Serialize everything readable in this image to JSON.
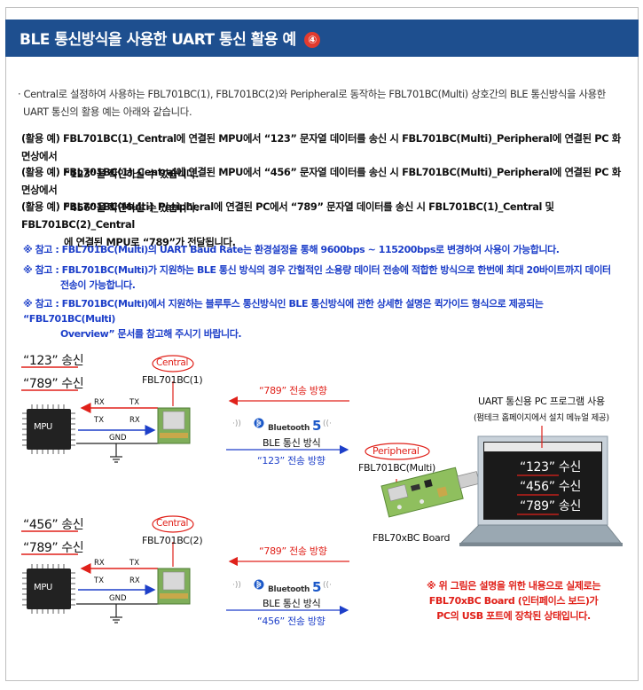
{
  "title": {
    "text": "BLE 통신방식을 사용한 UART 통신 활용 예",
    "badge": "④"
  },
  "intro": {
    "line1": "· Central로 설정하여 사용하는 FBL701BC(1), FBL701BC(2)와 Peripheral로 동작하는 FBL701BC(Multi) 상호간의 BLE 통신방식을 사용한",
    "line2": "UART 통신의 활용 예는 아래와 같습니다."
  },
  "examples": [
    {
      "line1": "(활용 예) FBL701BC(1)_Central에 연결된 MPU에서 “123” 문자열 데이터를 송신 시 FBL701BC(Multi)_Peripheral에 연결된 PC 화면상에서",
      "line2": "“123”을 확인하실 수 있습니다."
    },
    {
      "line1": "(활용 예) FBL701BC(1)_Central에 연결된 MPU에서 “456” 문자열 데이터를 송신 시 FBL701BC(Multi)_Peripheral에 연결된 PC 화면상에서",
      "line2": "“456”을 확인하실 수 있습니다."
    },
    {
      "line1": "(활용 예) FBL701BC(Multi)_Peripheral에 연결된 PC에서 “789” 문자열 데이터를 송신 시 FBL701BC(1)_Central 및 FBL701BC(2)_Central",
      "line2": "에 연결된 MPU로 “789”가 전달됩니다."
    }
  ],
  "notes": [
    {
      "line1": "※ 참고 : FBL701BC(Multi)의 UART Baud Rate는 환경설정을 통해 9600bps ~ 115200bps로 변경하여 사용이 가능합니다.",
      "line2": ""
    },
    {
      "line1": "※ 참고 : FBL701BC(Multi)가 지원하는  BLE 통신 방식의 경우 간헐적인 소용량 데이터 전송에 적합한 방식으로 한번에 최대 20바이트까지 데이터",
      "line2": "전송이 가능합니다."
    },
    {
      "line1": "※ 참고 : FBL701BC(Multi)에서 지원하는 블루투스 통신방식인 BLE 통신방식에 관한 상세한 설명은 퀵가이드 형식으로 제공되는 “FBL701BC(Multi)",
      "line2": "Overview” 문서를 참고해 주시기 바랍니다."
    }
  ],
  "diagram": {
    "top": {
      "send": "“123” 송신",
      "recv": "“789” 수신",
      "mpu": "MPU",
      "central": "Central",
      "module": "FBL701BC(1)",
      "rx1": "RX",
      "tx1": "TX",
      "tx2": "TX",
      "rx2": "RX",
      "gnd": "GND",
      "arrow_in": "“789” 전송 방향",
      "bluetooth": "Bluetooth",
      "bt_version": "5",
      "ble": "BLE 통신 방식",
      "arrow_out": "“123” 전송 방향"
    },
    "bottom": {
      "send": "“456” 송신",
      "recv": "“789” 수신",
      "mpu": "MPU",
      "central": "Central",
      "module": "FBL701BC(2)",
      "rx1": "RX",
      "tx1": "TX",
      "tx2": "TX",
      "rx2": "RX",
      "gnd": "GND",
      "arrow_in": "“789” 전송 방향",
      "bluetooth": "Bluetooth",
      "bt_version": "5",
      "ble": "BLE 통신 방식",
      "arrow_out": "“456” 전송 방향"
    },
    "peripheral": {
      "label": "Peripheral",
      "module": "FBL701BC(Multi)",
      "board": "FBL70xBC Board"
    },
    "pc": {
      "title": "UART 통신용 PC 프로그램 사용",
      "subtitle": "(펌테크 홈페이지에서 설치 메뉴얼 제공)",
      "screen_lines": [
        "“123” 수신",
        "“456” 수신",
        "“789” 송신"
      ]
    },
    "red_note": {
      "line1": "※ 위 그림은 설명을 위한 내용으로 실제로는",
      "line2": "FBL70xBC Board (인터페이스 보드)가",
      "line3": "PC의 USB 포트에 장착된 상태입니다."
    },
    "colors": {
      "title_bg": "#1e4f8f",
      "red": "#e0211a",
      "blue": "#1d3fc9",
      "bt_blue": "#1b58c8"
    }
  }
}
